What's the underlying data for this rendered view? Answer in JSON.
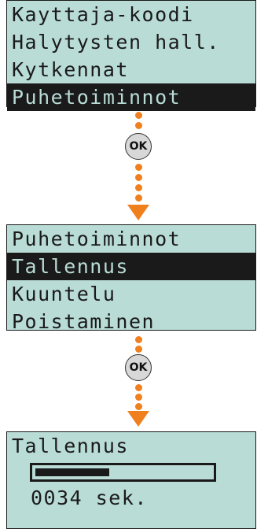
{
  "colors": {
    "lcd_background": "#b9dcd6",
    "lcd_text": "#1a1a1a",
    "connector": "#f07f1e"
  },
  "screen1": {
    "rows": [
      "Kayttaja-koodi",
      "Halytysten hall.",
      "Kytkennat",
      "Puhetoiminnot"
    ],
    "selected_index": 3
  },
  "key1": {
    "label": "OK"
  },
  "screen2": {
    "rows": [
      "Puhetoiminnot",
      "Tallennus",
      "Kuuntelu",
      "Poistaminen"
    ],
    "selected_index": 1
  },
  "key2": {
    "label": "OK"
  },
  "screen3": {
    "title": "Tallennus",
    "progress_fraction": 0.42,
    "counter": "0034 sek."
  }
}
